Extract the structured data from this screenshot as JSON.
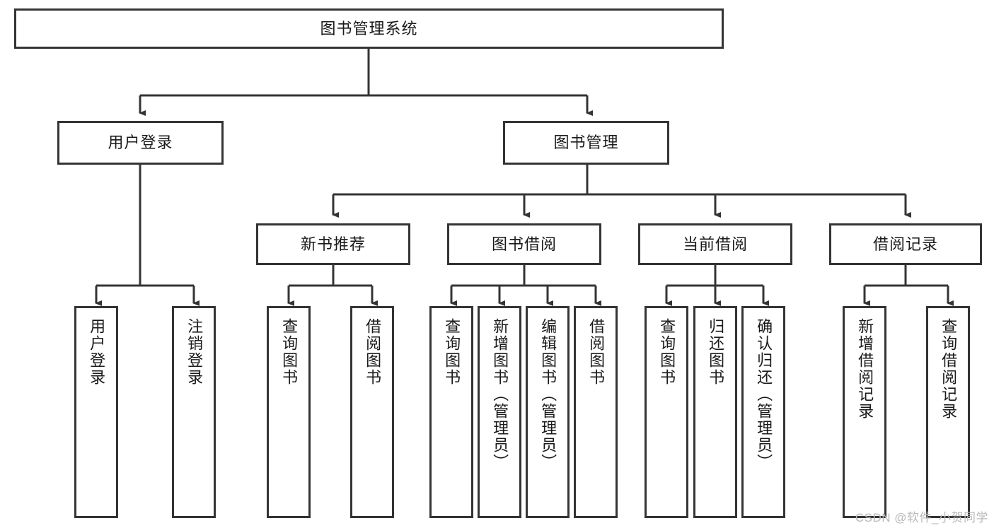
{
  "diagram": {
    "title": "图书管理系统",
    "type": "hierarchy-tree",
    "root": {
      "label": "图书管理系统"
    },
    "level2": [
      {
        "label": "用户登录"
      },
      {
        "label": "图书管理"
      }
    ],
    "level3": [
      {
        "label": "新书推荐"
      },
      {
        "label": "图书借阅"
      },
      {
        "label": "当前借阅"
      },
      {
        "label": "借阅记录"
      }
    ],
    "leaves": {
      "user_login": [
        {
          "label": "用户登录"
        },
        {
          "label": "注销登录"
        }
      ],
      "new_book_recommend": [
        {
          "label": "查询图书"
        },
        {
          "label": "借阅图书"
        }
      ],
      "book_borrow": [
        {
          "label": "查询图书"
        },
        {
          "label": "新增图书（管理员）"
        },
        {
          "label": "编辑图书（管理员）"
        },
        {
          "label": "借阅图书"
        }
      ],
      "current_borrow": [
        {
          "label": "查询图书"
        },
        {
          "label": "归还图书"
        },
        {
          "label": "确认归还（管理员）"
        }
      ],
      "borrow_record": [
        {
          "label": "新增借阅记录"
        },
        {
          "label": "查询借阅记录"
        }
      ]
    }
  },
  "watermark": {
    "text": "CSDN @软件_小贺同学"
  },
  "colors": {
    "border": "#343434",
    "text": "#1a1a1a",
    "background": "#ffffff",
    "watermark": "#b9b9b9"
  }
}
